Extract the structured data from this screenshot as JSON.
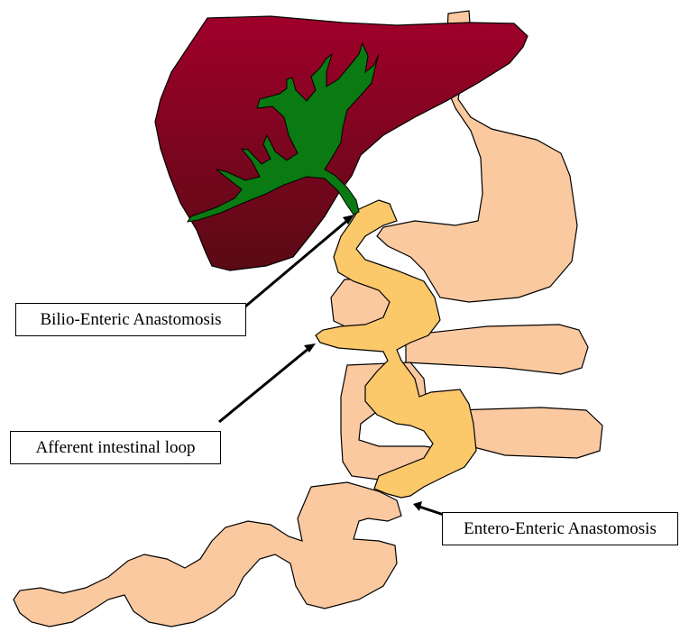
{
  "labels": {
    "bilio_enteric": "Bilio-Enteric Anastomosis",
    "afferent_loop": "Afferent intestinal loop",
    "entero_enteric": "Entero-Enteric Anastomosis"
  },
  "colors": {
    "liver_top": "#a0002a",
    "liver_bottom": "#5a0a14",
    "bile_duct": "#0a7a12",
    "bowel": "#fbc9a0",
    "afferent_loop": "#fbc96a",
    "outline": "#000000"
  }
}
